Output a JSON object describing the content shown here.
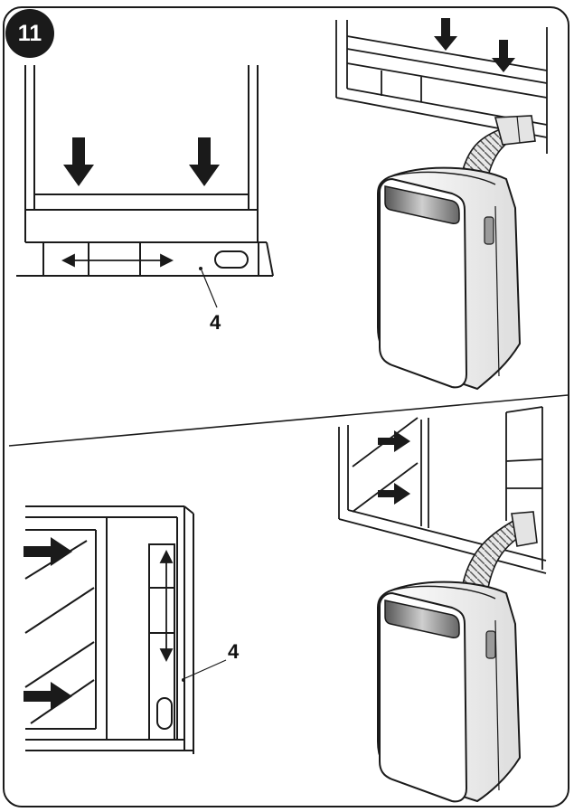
{
  "figure": {
    "step_number": "11",
    "callout_top": "4",
    "callout_bottom": "4"
  },
  "colors": {
    "ink": "#1a1a1a",
    "unit_body": "#ffffff",
    "panel_gray": "#9a9a9a",
    "accent_gray": "#cfcfcf"
  },
  "icons": [
    "down-arrow-icon",
    "right-arrow-icon",
    "double-arrow-icon",
    "hose-icon",
    "air-conditioner-icon"
  ]
}
